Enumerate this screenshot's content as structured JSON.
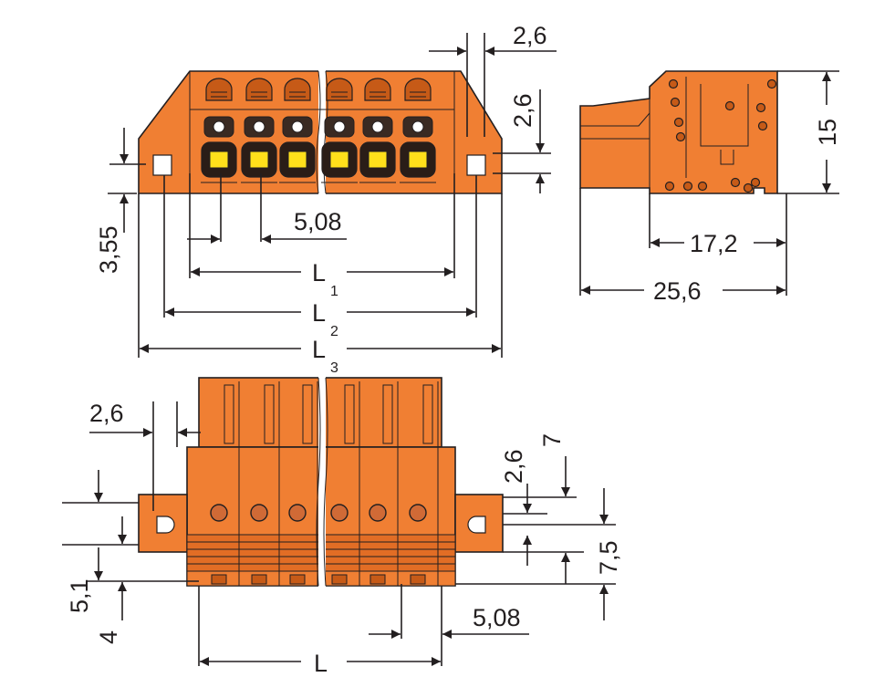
{
  "colors": {
    "housing": "#f07f33",
    "housing_shade": "#c65a17",
    "contact_window": "#ffe01b",
    "ink": "#231f20",
    "background": "#ffffff"
  },
  "top_view": {
    "dim_pitch_offset": "2,6",
    "dim_clamp_height": "2,6",
    "dim_flange": "3,55",
    "dim_pitch": "5,08",
    "l1_main": "L",
    "l1_sub": "1",
    "l2_main": "L",
    "l2_sub": "2",
    "l3_main": "L",
    "l3_sub": "3"
  },
  "side_view": {
    "dim_height": "15",
    "dim_depth_inner": "17,2",
    "dim_depth_total": "25,6"
  },
  "front_view": {
    "dim_flange_offset": "2,6",
    "dim_hole_pos": "2,6",
    "dim_top_offset": "7",
    "dim_height_lower": "7,5",
    "dim_left_height": "5,1",
    "dim_bottom": "4",
    "dim_pitch": "5,08",
    "dim_length": "L"
  }
}
